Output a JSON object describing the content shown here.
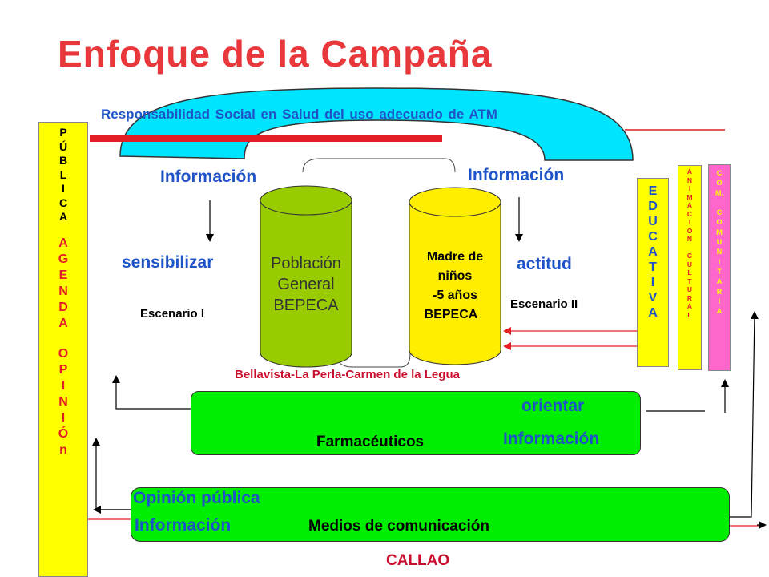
{
  "title": "Enfoque de la Campaña",
  "subtitle": "Responsabilidad Social en Salud del uso adecuado de ATM",
  "left_column": {
    "top_letters": [
      "P",
      "Ú",
      "B",
      "L",
      "I",
      "C",
      "A"
    ],
    "mid_letters": [
      "A",
      "G",
      "E",
      "N",
      "D",
      "A"
    ],
    "bottom_letters": [
      "O",
      "P",
      "I",
      "N",
      "I",
      "Ó",
      "n"
    ]
  },
  "educativa_letters": [
    "E",
    "D",
    "U",
    "C",
    "A",
    "T",
    "I",
    "V",
    "A"
  ],
  "animacion_letters": [
    "A",
    "N",
    "I",
    "M",
    "A",
    "C",
    "I",
    "Ó",
    "N",
    "",
    "C",
    "U",
    "L",
    "T",
    "U",
    "R",
    "A",
    "L"
  ],
  "comunitaria_letters": [
    "C",
    "O",
    "M.",
    "",
    "C",
    "O",
    "M",
    "U",
    "N",
    "I",
    "T",
    "A",
    "R",
    "I",
    "A"
  ],
  "left_info": "Información",
  "right_info": "Información",
  "sensibilizar": "sensibilizar",
  "actitud": "actitud",
  "escenario_1": "Escenario I",
  "escenario_2": "Escenario II",
  "cylinder_left": [
    "Población",
    "General",
    "BEPECA"
  ],
  "cylinder_right": [
    "Madre de",
    "niños",
    "-5 años",
    "BEPECA"
  ],
  "districts": "Bellavista-La Perla-Carmen de la Legua",
  "farm": {
    "orientar": "orientar",
    "info": "Información",
    "label": "Farmacéuticos"
  },
  "media": {
    "opinion": "Opinión pública",
    "info": "Información",
    "label": "Medios de comunicación"
  },
  "footer": "CALLAO",
  "colors": {
    "title": "#e8383c",
    "blue_text": "#1f54c9",
    "green": "#00ee00",
    "yellow_left": "#ffff00",
    "yellow_right": "#ffee00",
    "cyan": "#00e5ff",
    "olive": "#99cc00",
    "pink": "#ff66cc"
  }
}
